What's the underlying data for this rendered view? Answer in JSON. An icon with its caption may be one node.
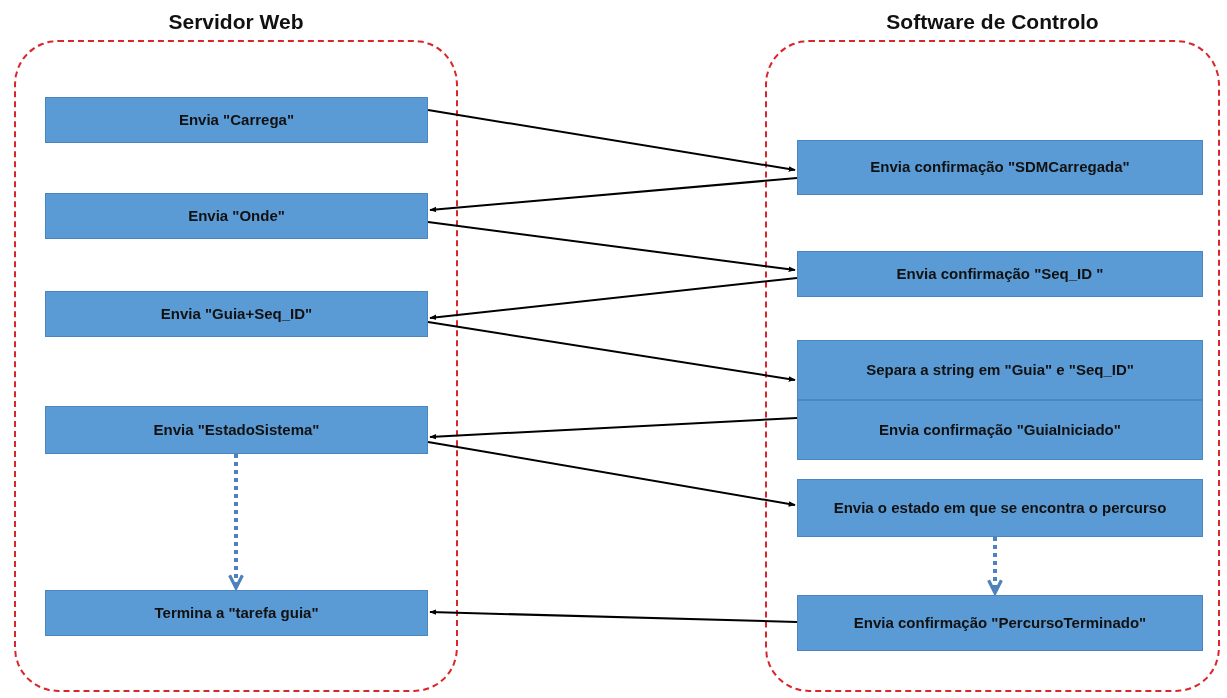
{
  "diagram": {
    "nodes": [
      {
        "text": [
          "Servidor Web"
        ]
      },
      {
        "text": [
          "Software de Controlo"
        ]
      },
      {
        "text": [
          "Envia \"Carrega\""
        ],
        "in": 0
      },
      {
        "text": [
          "Envia \"Onde\""
        ],
        "in": 0
      },
      {
        "text": [
          "Envia \"Guia+Seq_ID\""
        ],
        "in": 0
      },
      {
        "text": [
          "Envia \"EstadoSistema\""
        ],
        "in": 0
      },
      {
        "text": [
          "Termina a \"tarefa guia\""
        ],
        "in": 0
      },
      {
        "text": [
          "Envia confirmação \"SDMCarregada\""
        ],
        "in": 1
      },
      {
        "text": [
          "Envia confirmação \"Seq_ID \""
        ],
        "in": 1
      },
      {
        "text": [
          "Separa a string em \"Guia\" e \"Seq_ID\""
        ],
        "in": 1
      },
      {
        "text": [
          "Envia confirmação \"GuiaIniciado\""
        ],
        "in": 1
      },
      {
        "text": [
          "Envia o estado em que se encontra o percurso"
        ],
        "in": 1
      },
      {
        "text": [
          "Envia confirmação \"PercursoTerminado\""
        ],
        "in": 1
      }
    ],
    "edges": [
      {
        "from": 2,
        "to": 7,
        "arrow": "to"
      },
      {
        "from": 7,
        "to": 3,
        "arrow": "to"
      },
      {
        "from": 3,
        "to": 8,
        "arrow": "to"
      },
      {
        "from": 8,
        "to": 4,
        "arrow": "to"
      },
      {
        "from": 4,
        "to": 9,
        "arrow": "to"
      },
      {
        "from": 10,
        "to": 5,
        "arrow": "to"
      },
      {
        "from": 5,
        "to": 11,
        "arrow": "to"
      },
      {
        "from": 5,
        "to": 6,
        "arrow": "to",
        "style": "dashed",
        "color": "#4f81bd"
      },
      {
        "from": 11,
        "to": 12,
        "arrow": "to",
        "style": "dashed",
        "color": "#4f81bd"
      },
      {
        "from": 12,
        "to": 6,
        "arrow": "to"
      }
    ]
  }
}
